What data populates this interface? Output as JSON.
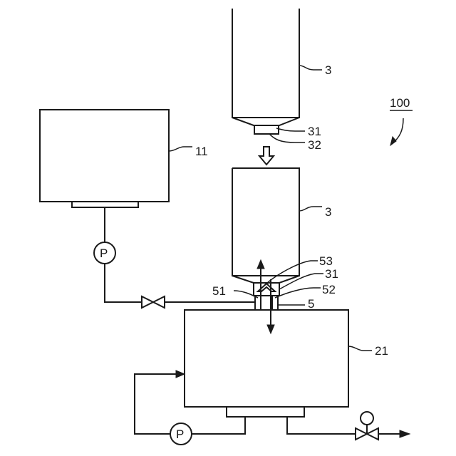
{
  "labels": {
    "system": "100",
    "bottle_top": "3",
    "bottle_mid": "3",
    "cap_top": "31",
    "cap_mid": "31",
    "cap_insert": "32",
    "tank_left": "11",
    "tank_main": "21",
    "pump_left": "P",
    "pump_bottom": "P",
    "connector": "5",
    "nozzle_51": "51",
    "nozzle_52": "52",
    "nozzle_53": "53"
  }
}
